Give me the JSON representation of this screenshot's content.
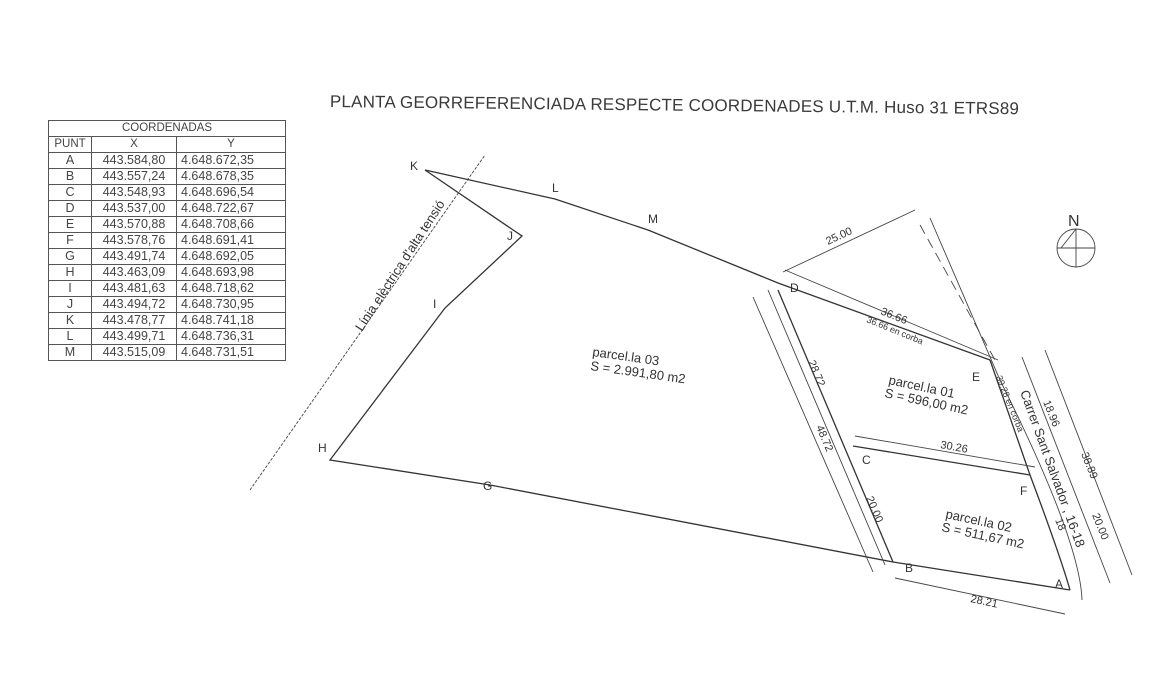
{
  "title": "PLANTA GEORREFERENCIADA  RESPECTE COORDENADES U.T.M.  Huso  31 ETRS89",
  "table": {
    "caption": "COORDENADAS",
    "headers": [
      "PUNT",
      "X",
      "Y"
    ],
    "rows": [
      [
        "A",
        "443.584,80",
        "4.648.672,35"
      ],
      [
        "B",
        "443.557,24",
        "4.648.678,35"
      ],
      [
        "C",
        "443.548,93",
        "4.648.696,54"
      ],
      [
        "D",
        "443.537,00",
        "4.648.722,67"
      ],
      [
        "E",
        "443.570,88",
        "4.648.708,66"
      ],
      [
        "F",
        "443.578,76",
        "4.648.691,41"
      ],
      [
        "G",
        "443.491,74",
        "4.648.692,05"
      ],
      [
        "H",
        "443.463,09",
        "4.648.693,98"
      ],
      [
        "I",
        "443.481,63",
        "4.648.718,62"
      ],
      [
        "J",
        "443.494,72",
        "4.648.730,95"
      ],
      [
        "K",
        "443.478,77",
        "4.648.741,18"
      ],
      [
        "L",
        "443.499,71",
        "4.648.736,31"
      ],
      [
        "M",
        "443.515,09",
        "4.648.731,51"
      ]
    ]
  },
  "points": {
    "A": "A",
    "B": "B",
    "C": "C",
    "D": "D",
    "E": "E",
    "F": "F",
    "G": "G",
    "H": "H",
    "I": "I",
    "J": "J",
    "K": "K",
    "L": "L",
    "M": "M"
  },
  "power_line_label": "Línia elèctrica d'alta tensió",
  "street_label": "Carrer Sant Salvador , 16-18",
  "north": "N",
  "parcels": [
    {
      "name": "parcel.la 03",
      "area": "S = 2.991,80 m2"
    },
    {
      "name": "parcel.la 01",
      "area": "S = 596,00 m2"
    },
    {
      "name": "parcel.la 02",
      "area": "S = 511,67 m2"
    }
  ],
  "dimensions": {
    "d25": "25.00",
    "d3666": "36.66",
    "d3666c": "36.66 en corba",
    "d2872": "28.72",
    "d4872": "48.72",
    "d2000a": "20.00",
    "d3026": "30.26",
    "d3928": "39.28 en corba",
    "d1896": "18.96",
    "d3889": "38.89",
    "d2000b": "20.00",
    "d2821": "28.21",
    "d18": "18"
  }
}
